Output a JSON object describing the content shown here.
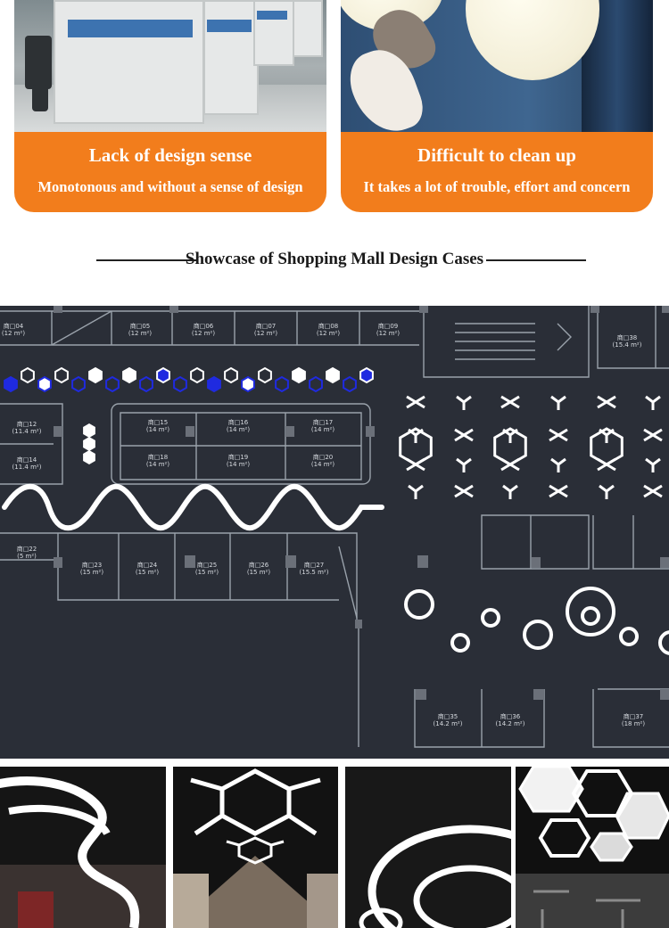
{
  "cards": [
    {
      "title": "Lack of design sense",
      "subtitle": "Monotonous and without a sense of design"
    },
    {
      "title": "Difficult to clean up",
      "subtitle": "It takes a lot of trouble, effort and concern"
    }
  ],
  "section": {
    "heading": "Showcase of Shopping Mall Design Cases"
  },
  "colors": {
    "accent": "#f27d1c",
    "plan_bg": "#2a2e37",
    "hex_blue": "#1f2ae0"
  }
}
